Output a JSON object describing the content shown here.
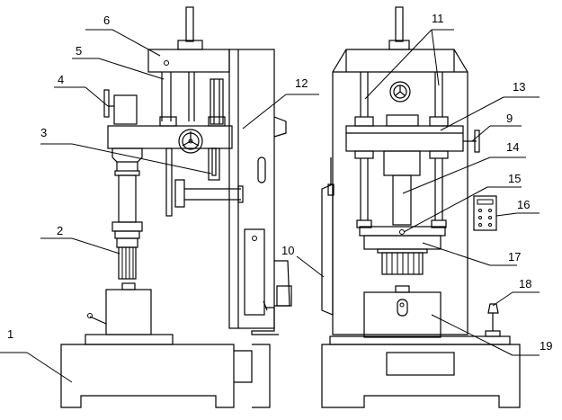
{
  "callouts": {
    "c1": "1",
    "c2": "2",
    "c3": "3",
    "c4": "4",
    "c5": "5",
    "c6": "6",
    "c9": "9",
    "c10": "10",
    "c11": "11",
    "c12": "12",
    "c13": "13",
    "c14": "14",
    "c15": "15",
    "c16": "16",
    "c17": "17",
    "c18": "18",
    "c19": "19"
  },
  "colors": {
    "stroke": "#000000",
    "background": "#ffffff"
  }
}
